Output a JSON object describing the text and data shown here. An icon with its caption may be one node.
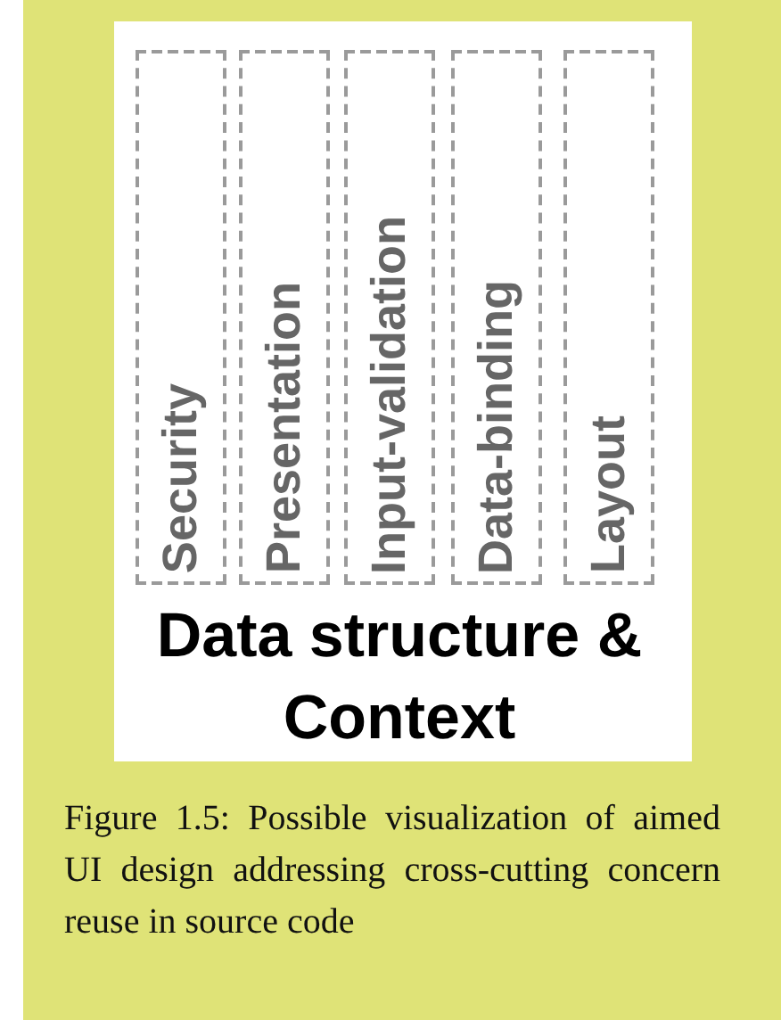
{
  "diagram": {
    "nodes": [
      {
        "text": [
          "Data structure & Context"
        ]
      },
      {
        "text": [
          "Security"
        ],
        "in": 0
      },
      {
        "text": [
          "Presentation"
        ],
        "in": 0
      },
      {
        "text": [
          "Input-validation"
        ],
        "in": 0
      },
      {
        "text": [
          "Data-binding"
        ],
        "in": 0
      },
      {
        "text": [
          "Layout"
        ],
        "in": 0
      }
    ],
    "caption": "Figure 1.5: Possible visualization of aimed UI design addressing cross-cutting concern reuse in source code"
  }
}
